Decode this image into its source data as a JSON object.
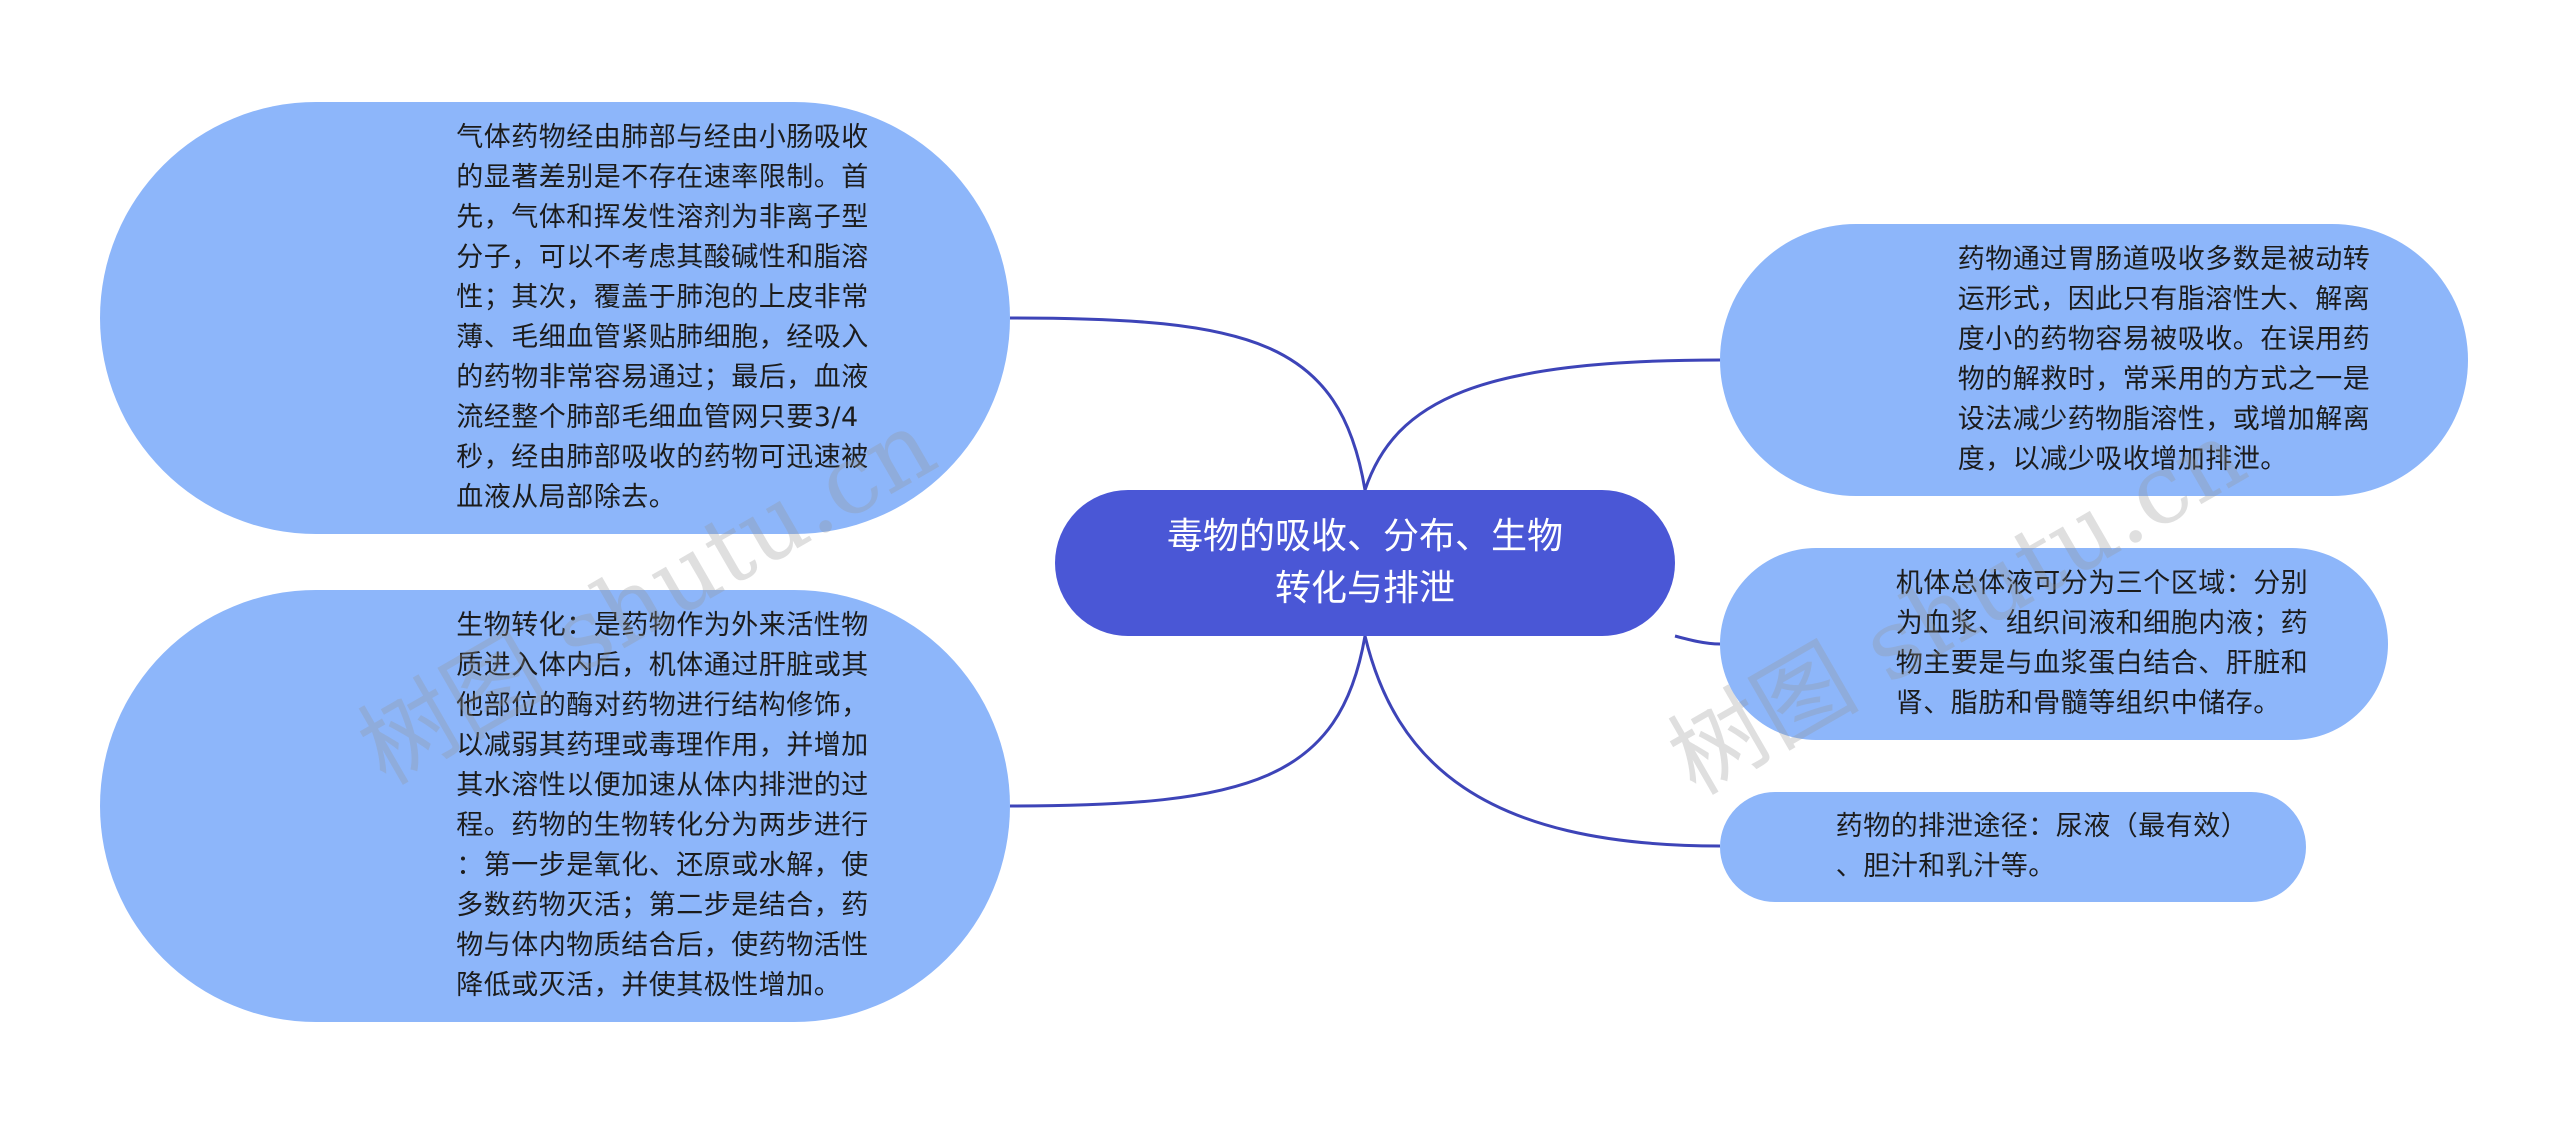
{
  "mindmap": {
    "root": {
      "label": "毒物的吸收、分布、生物\n转化与排泄"
    },
    "left": [
      {
        "text": "气体药物经由肺部与经由小肠吸收\n的显著差别是不存在速率限制。首\n先，气体和挥发性溶剂为非离子型\n分子，可以不考虑其酸碱性和脂溶\n性；其次，覆盖于肺泡的上皮非常\n薄、毛细血管紧贴肺细胞，经吸入\n的药物非常容易通过；最后，血液\n流经整个肺部毛细血管网只要3/4\n秒，经由肺部吸收的药物可迅速被\n血液从局部除去。"
      },
      {
        "text": "生物转化：是药物作为外来活性物\n质进入体内后，机体通过肝脏或其\n他部位的酶对药物进行结构修饰，\n以减弱其药理或毒理作用，并增加\n其水溶性以便加速从体内排泄的过\n程。药物的生物转化分为两步进行\n：第一步是氧化、还原或水解，使\n多数药物灭活；第二步是结合，药\n物与体内物质结合后，使药物活性\n降低或灭活，并使其极性增加。"
      }
    ],
    "right": [
      {
        "text": "药物通过胃肠道吸收多数是被动转\n运形式，因此只有脂溶性大、解离\n度小的药物容易被吸收。在误用药\n物的解救时，常采用的方式之一是\n设法减少药物脂溶性，或增加解离\n度，以减少吸收增加排泄。"
      },
      {
        "text": "机体总体液可分为三个区域：分别\n为血浆、组织间液和细胞内液；药\n物主要是与血浆蛋白结合、肝脏和\n肾、脂肪和骨髓等组织中储存。"
      },
      {
        "text": "药物的排泄途径：尿液（最有效）\n、胆汁和乳汁等。"
      }
    ]
  },
  "watermark": {
    "text": "树图 shutu.cn"
  },
  "colors": {
    "root_fill": "#4a57d6",
    "leaf_fill": "#8db6fa",
    "connector": "#3d44b8",
    "root_text": "#ffffff",
    "leaf_text": "#1c1c1c"
  }
}
